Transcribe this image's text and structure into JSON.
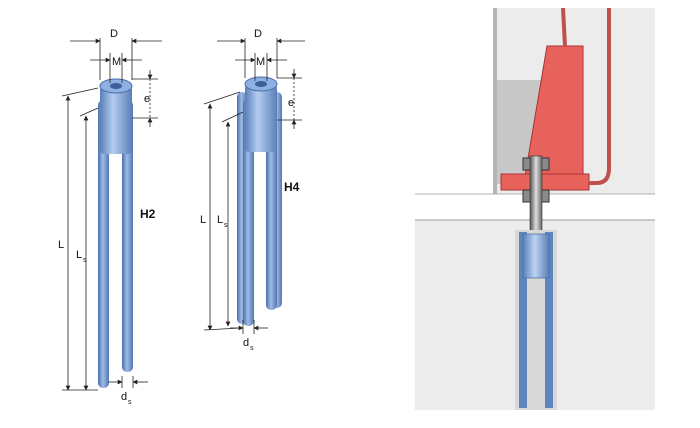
{
  "left_figure": {
    "h2": {
      "type_label": "H2",
      "dim_D": "D",
      "dim_M": "M",
      "dim_e": "e",
      "dim_L": "L",
      "dim_Ls": "L",
      "dim_Ls_sub": "s",
      "dim_ds": "d",
      "dim_ds_sub": "s"
    },
    "h4": {
      "type_label": "H4",
      "dim_D": "D",
      "dim_M": "M",
      "dim_e": "e",
      "dim_L": "L",
      "dim_Ls": "L",
      "dim_Ls_sub": "s",
      "dim_ds": "d",
      "dim_ds_sub": "s"
    }
  },
  "colors": {
    "anchor_blue": "#7b9fd6",
    "anchor_dark": "#4a6fa8",
    "plate_red": "#e8625c",
    "concrete_light": "#ececec",
    "concrete_gray": "#c8c8c8"
  }
}
